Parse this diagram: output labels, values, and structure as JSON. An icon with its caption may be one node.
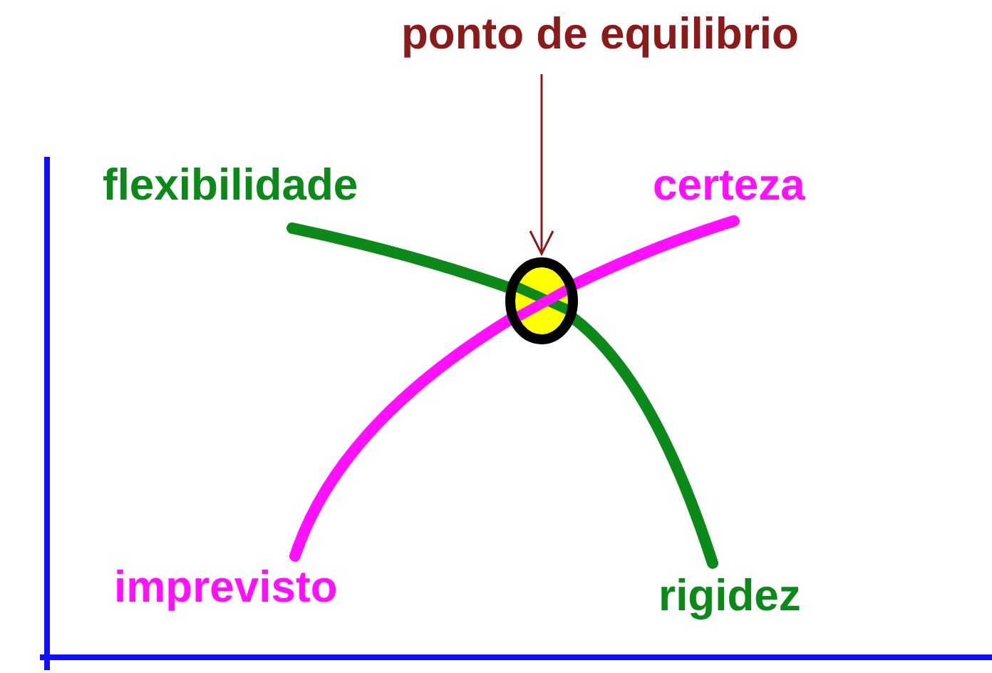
{
  "diagram": {
    "nodes": [
      {
        "text": [
          "ponto de equilibrio"
        ]
      },
      {
        "text": [],
        "shape": "circle"
      }
    ],
    "edges": [
      {
        "from": 0,
        "to": 1,
        "arrow": "to"
      }
    ],
    "labels": [
      "flexibilidade",
      "certeza",
      "imprevisto",
      "rigidez"
    ]
  }
}
